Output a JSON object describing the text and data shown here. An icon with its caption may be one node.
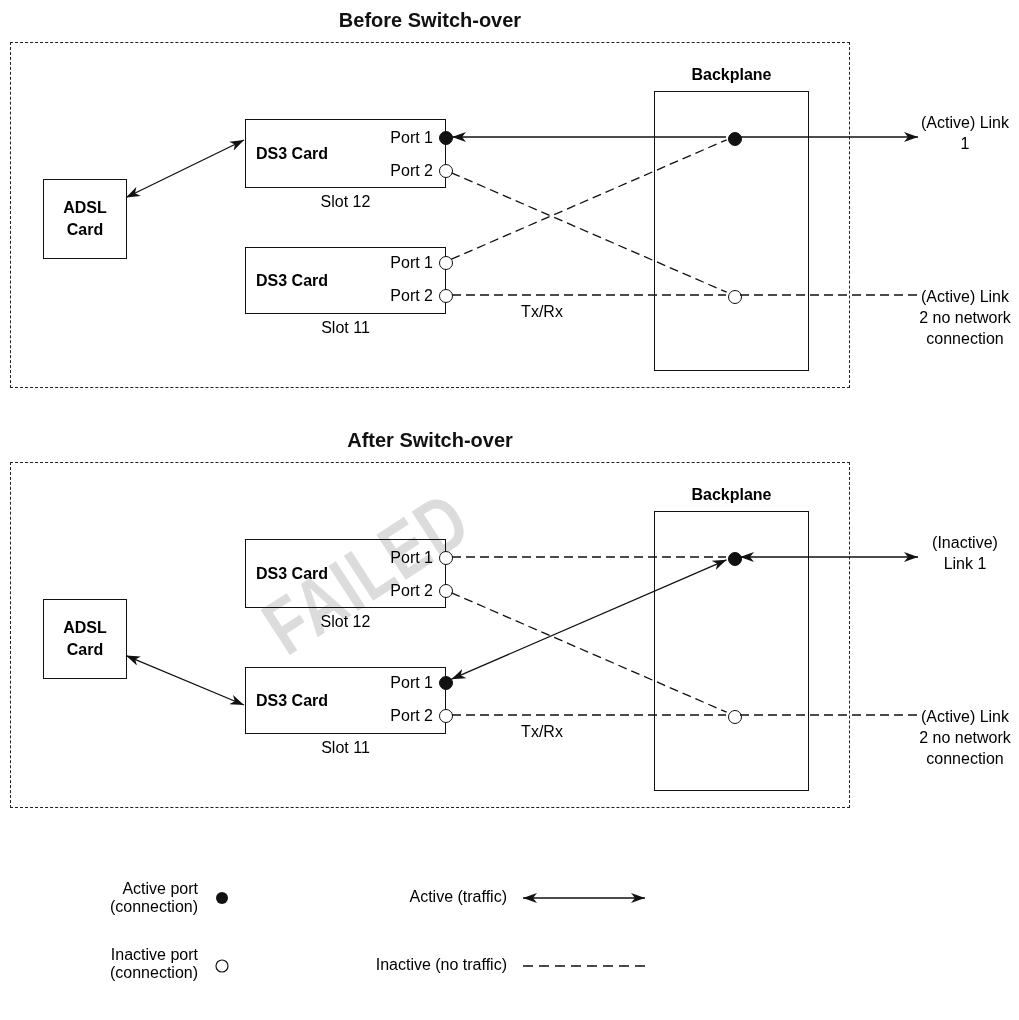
{
  "diagram": {
    "nodes": [
      {
        "text": [
          "Before Switch-over"
        ]
      },
      {
        "text": [
          "ADSL Card"
        ],
        "in": 0
      },
      {
        "text": [
          "DS3 Card",
          "Port 1",
          "Port 2"
        ],
        "beside": [
          "Slot 12"
        ],
        "in": 0
      },
      {
        "text": [],
        "shape": "dot",
        "in": 0
      },
      {
        "text": [],
        "shape": "circle",
        "in": 0
      },
      {
        "text": [
          "DS3 Card",
          "Port 1",
          "Port 2"
        ],
        "beside": [
          "Slot 11"
        ],
        "in": 0
      },
      {
        "text": [],
        "shape": "circle",
        "in": 0
      },
      {
        "text": [],
        "shape": "circle",
        "in": 0
      },
      {
        "text": [
          "Backplane"
        ],
        "in": 0
      },
      {
        "text": [],
        "shape": "dot",
        "in": 8
      },
      {
        "text": [],
        "shape": "circle",
        "in": 8
      },
      {
        "text": [
          "(Active) Link 1"
        ]
      },
      {
        "text": [
          "(Active) Link 2 no network connection"
        ]
      },
      {
        "text": [
          "After Switch-over"
        ]
      },
      {
        "text": [
          "ADSL Card"
        ],
        "in": 13
      },
      {
        "text": [
          "DS3 Card",
          "Port 1",
          "Port 2"
        ],
        "beside": [
          "Slot 12"
        ],
        "in": 13
      },
      {
        "text": [],
        "shape": "circle",
        "in": 13
      },
      {
        "text": [],
        "shape": "circle",
        "in": 13
      },
      {
        "text": [
          "DS3 Card",
          "Port 1",
          "Port 2"
        ],
        "beside": [
          "Slot 11"
        ],
        "in": 13
      },
      {
        "text": [],
        "shape": "dot",
        "in": 13
      },
      {
        "text": [],
        "shape": "circle",
        "in": 13
      },
      {
        "text": [
          "Backplane"
        ],
        "in": 13
      },
      {
        "text": [],
        "shape": "dot",
        "in": 21
      },
      {
        "text": [],
        "shape": "circle",
        "in": 21
      },
      {
        "text": [
          "(Inactive) Link 1"
        ]
      },
      {
        "text": [
          "(Active) Link 2 no network connection"
        ]
      }
    ],
    "edges": [
      {
        "from": 1,
        "to": 2,
        "arrow": "both"
      },
      {
        "from": 9,
        "to": 3,
        "arrow": "to"
      },
      {
        "from": 9,
        "to": 11,
        "arrow": "to"
      },
      {
        "from": 4,
        "to": 10,
        "arrow": "none",
        "style": "dashed"
      },
      {
        "from": 6,
        "to": 9,
        "arrow": "none",
        "style": "dashed"
      },
      {
        "from": 7,
        "to": 10,
        "arrow": "none",
        "style": "dashed",
        "label": "Tx/Rx"
      },
      {
        "from": 10,
        "to": 12,
        "arrow": "none",
        "style": "dashed"
      },
      {
        "from": 14,
        "to": 18,
        "arrow": "both"
      },
      {
        "from": 16,
        "to": 22,
        "arrow": "none",
        "style": "dashed"
      },
      {
        "from": 22,
        "to": 19,
        "arrow": "both"
      },
      {
        "from": 22,
        "to": 24,
        "arrow": "both"
      },
      {
        "from": 17,
        "to": 23,
        "arrow": "none",
        "style": "dashed"
      },
      {
        "from": 20,
        "to": 23,
        "arrow": "none",
        "style": "dashed",
        "label": "Tx/Rx"
      },
      {
        "from": 23,
        "to": 25,
        "arrow": "none",
        "style": "dashed"
      }
    ],
    "labels": [
      "FAILED"
    ],
    "legend": [
      {
        "text": "Active port (connection)"
      },
      {
        "text": "Active (traffic)"
      },
      {
        "text": "Inactive port (connection)"
      },
      {
        "text": "Inactive (no traffic)"
      }
    ]
  }
}
